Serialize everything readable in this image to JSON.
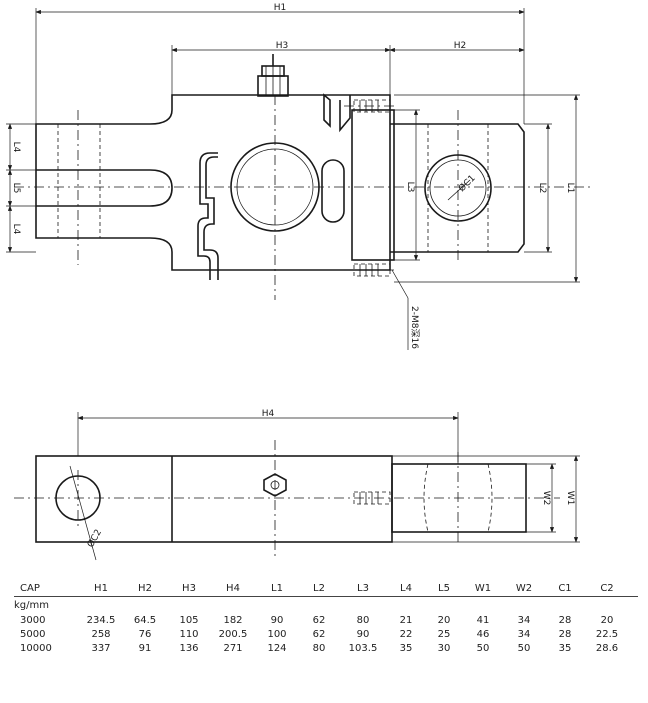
{
  "labels": {
    "h1": "H1",
    "h2": "H2",
    "h3": "H3",
    "h4": "H4",
    "l1": "L1",
    "l2": "L2",
    "l3": "L3",
    "l4a": "L4",
    "l4b": "L4",
    "l5": "L5",
    "c1": "ØC1",
    "c2": "ØC2",
    "w1": "W1",
    "w2": "W2",
    "thread": "2-M8深16"
  },
  "table": {
    "headers": [
      "CAP",
      "H1",
      "H2",
      "H3",
      "H4",
      "L1",
      "L2",
      "L3",
      "L4",
      "L5",
      "W1",
      "W2",
      "C1",
      "C2"
    ],
    "unit": "kg/mm",
    "rows": [
      [
        "3000",
        "234.5",
        "64.5",
        "105",
        "182",
        "90",
        "62",
        "80",
        "21",
        "20",
        "41",
        "34",
        "28",
        "20"
      ],
      [
        "5000",
        "258",
        "76",
        "110",
        "200.5",
        "100",
        "62",
        "90",
        "22",
        "25",
        "46",
        "34",
        "28",
        "22.5"
      ],
      [
        "10000",
        "337",
        "91",
        "136",
        "271",
        "124",
        "80",
        "103.5",
        "35",
        "30",
        "50",
        "50",
        "35",
        "28.6"
      ]
    ]
  }
}
